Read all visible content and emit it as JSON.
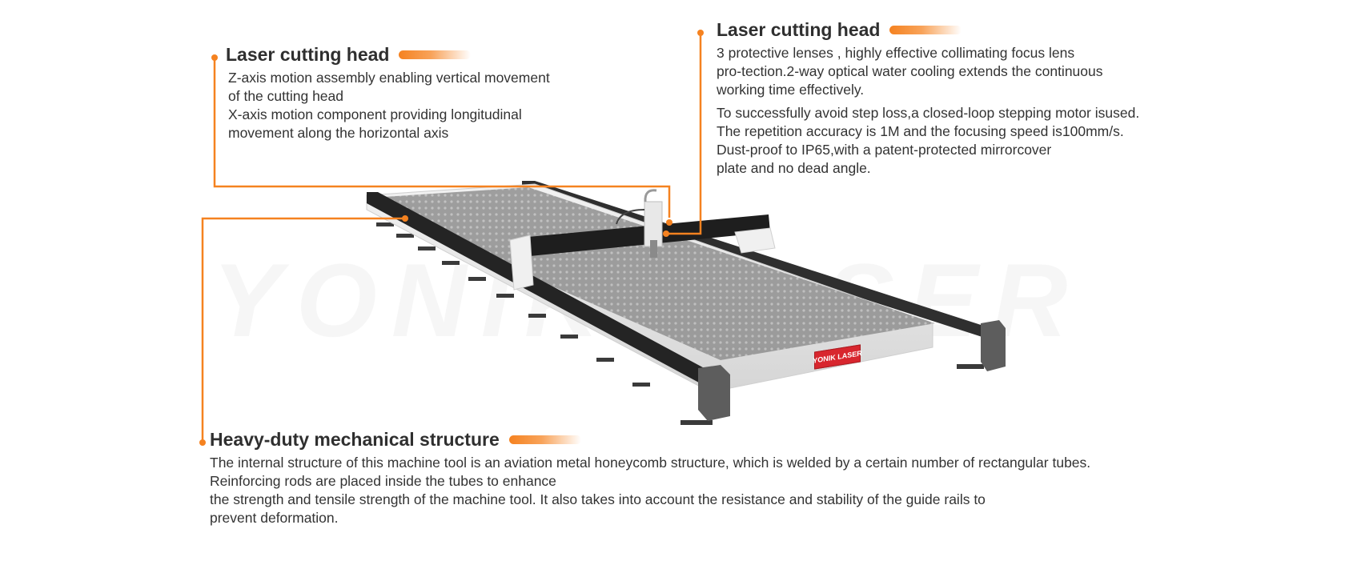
{
  "callouts": {
    "top_left": {
      "title": "Laser cutting head",
      "lines": [
        "Z-axis motion assembly enabling vertical movement",
        "of the cutting head",
        "X-axis motion component providing longitudinal",
        "movement along the horizontal axis"
      ]
    },
    "top_right": {
      "title": "Laser cutting head",
      "para1": [
        "3 protective lenses , highly effective collimating focus lens",
        "pro-tection.2-way optical water cooling extends the continuous",
        "working time effectively."
      ],
      "para2": [
        "To successfully avoid step loss,a closed-loop stepping motor isused.",
        "The repetition accuracy is 1M and the focusing speed is100mm/s.",
        "Dust-proof to IP65,with a patent-protected mirrorcover",
        "plate and no dead angle."
      ]
    },
    "bottom": {
      "title": "Heavy-duty mechanical structure",
      "lines": [
        "The internal structure of this machine tool is an aviation metal honeycomb structure, which is welded by a certain number of rectangular tubes.",
        "Reinforcing rods are placed inside the tubes to enhance",
        "the strength and tensile strength of the machine tool. It also takes into account the resistance and stability of the guide rails to",
        "prevent deformation."
      ]
    }
  },
  "watermark": "YONIK LASER",
  "brand_plate": "YONIK LASER",
  "colors": {
    "accent": "#f58220",
    "machine_frame": "#e8e8e8",
    "machine_dark": "#2a2a2a",
    "bed": "#9a9a9a"
  }
}
